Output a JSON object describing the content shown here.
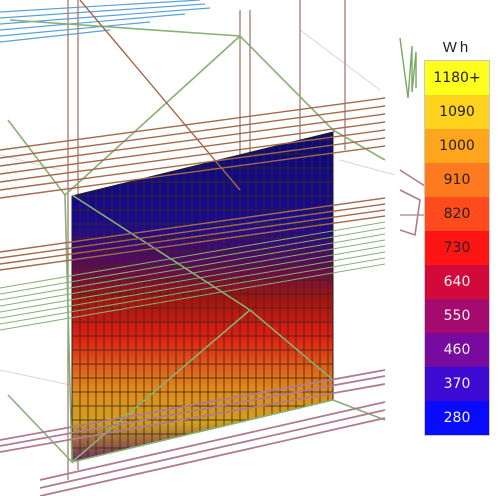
{
  "legend": {
    "unit": "Wh",
    "bins": [
      {
        "label": "1180+",
        "color": "#ffff1e",
        "text_color": "#222222"
      },
      {
        "label": "1090",
        "color": "#ffd21e",
        "text_color": "#222222"
      },
      {
        "label": "1000",
        "color": "#ffa51e",
        "text_color": "#222222"
      },
      {
        "label": "910",
        "color": "#ff7a1e",
        "text_color": "#222222"
      },
      {
        "label": "820",
        "color": "#ff4b1e",
        "text_color": "#222222"
      },
      {
        "label": "730",
        "color": "#ff1414",
        "text_color": "#222222"
      },
      {
        "label": "640",
        "color": "#d20a3c",
        "text_color": "#f4f4f4"
      },
      {
        "label": "550",
        "color": "#a50a6e",
        "text_color": "#f4f4f4"
      },
      {
        "label": "460",
        "color": "#780aa0",
        "text_color": "#f4f4f4"
      },
      {
        "label": "370",
        "color": "#3c0ad2",
        "text_color": "#f4f4f4"
      },
      {
        "label": "280",
        "color": "#0a0aff",
        "text_color": "#f4f4f4"
      }
    ]
  },
  "scene": {
    "colors": {
      "context_lines": "#a3694a",
      "mauve_lines": "#b07a90",
      "green_lines": "#7aa865",
      "blue_lines": "#5aa2d8",
      "grid_lines": "#8a6a20"
    }
  }
}
